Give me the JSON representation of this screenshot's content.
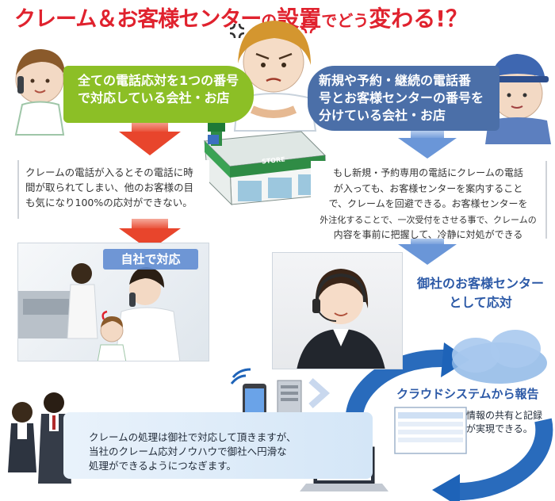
{
  "title": {
    "part1": "クレーム＆お客様センター",
    "part2": "の",
    "part3": "設置",
    "part4": "でどう",
    "part5": "変わる",
    "part6": "!？"
  },
  "banners": {
    "left": {
      "line1": "全ての電話応対を1つの番号",
      "line2": "で対応している会社・お店"
    },
    "right": {
      "line1": "新規や予約・継続の電話番",
      "line2": "号とお客様センターの番号を",
      "line3": "分けている会社・お店"
    }
  },
  "left_text": {
    "line1": "クレームの電話が入るとその電話に時",
    "line2": "間が取られてしまい、他のお客様の目",
    "line3": "も気になり100%の応対ができない。"
  },
  "right_text": {
    "line1": "もし新規・予約専用の電話にクレームの電話",
    "line2": "が入っても、お客様センターを案内すること",
    "line3": "で、クレームを回避できる。お客様センターを",
    "line4": "外注化することで、一次受付をさせる事で、クレームの",
    "line5": "内容を事前に把握して、冷静に対処ができる"
  },
  "own_company_label": "自社で対応",
  "store_sign": "STORE",
  "center_label": {
    "line1": "御社のお客様センター",
    "line2": "として応対"
  },
  "cloud": {
    "label": "クラウドシステムから報告",
    "sub1": "情報の共有と記録",
    "sub2": "が実現できる。"
  },
  "bottom_text": {
    "line1": "クレームの処理は御社で対応して頂きますが、",
    "line2": "当社のクレーム応対ノウハウで御社へ円滑な",
    "line3": "処理ができるようにつなぎます。"
  },
  "colors": {
    "title_red": "#e0222e",
    "green_banner": "#8cbf26",
    "blue_banner": "#4b6fa8",
    "red_arrow": "#e8452c",
    "blue_arrow": "#6a96d8",
    "accent_blue": "#2d5aa7"
  }
}
